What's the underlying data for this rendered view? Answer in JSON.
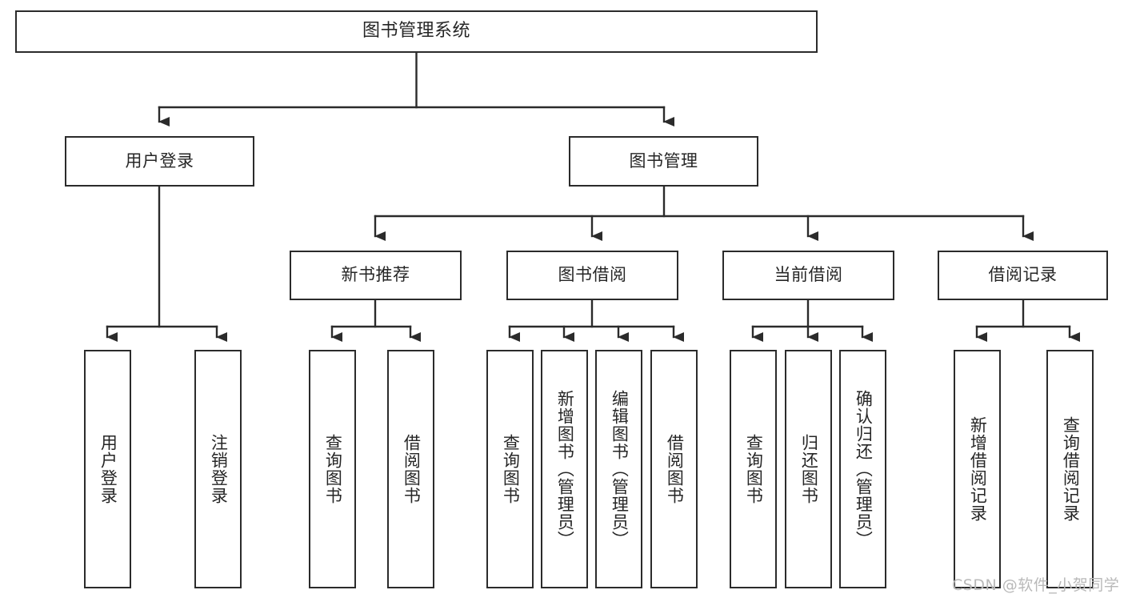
{
  "diagram": {
    "title": "图书管理系统",
    "type": "tree-hierarchy-diagram",
    "watermark": "CSDN @软件_小贺同学",
    "colors": {
      "stroke": "#2b2b2b",
      "fill": "#ffffff",
      "text": "#262626",
      "watermark": "#b9b9b9"
    },
    "nodes": {
      "root": {
        "label": "图书管理系统"
      },
      "level2": [
        {
          "id": "user-login",
          "label": "用户登录"
        },
        {
          "id": "book-manage",
          "label": "图书管理"
        }
      ],
      "level3": [
        {
          "id": "new-book-recommend",
          "label": "新书推荐"
        },
        {
          "id": "book-borrow",
          "label": "图书借阅"
        },
        {
          "id": "current-borrow",
          "label": "当前借阅"
        },
        {
          "id": "borrow-record",
          "label": "借阅记录"
        }
      ],
      "leaves": {
        "user-login": [
          {
            "id": "leaf-user-login",
            "label": "用户登录"
          },
          {
            "id": "leaf-logout-login",
            "label": "注销登录"
          }
        ],
        "new-book-recommend": [
          {
            "id": "leaf-query-book-1",
            "label": "查询图书"
          },
          {
            "id": "leaf-borrow-book-1",
            "label": "借阅图书"
          }
        ],
        "book-borrow": [
          {
            "id": "leaf-query-book-2",
            "label": "查询图书"
          },
          {
            "id": "leaf-add-book",
            "label": "新增图书（管理员）"
          },
          {
            "id": "leaf-edit-book",
            "label": "编辑图书（管理员）"
          },
          {
            "id": "leaf-borrow-book-2",
            "label": "借阅图书"
          }
        ],
        "current-borrow": [
          {
            "id": "leaf-query-book-3",
            "label": "查询图书"
          },
          {
            "id": "leaf-return-book",
            "label": "归还图书"
          },
          {
            "id": "leaf-confirm-return",
            "label": "确认归还（管理员）"
          }
        ],
        "borrow-record": [
          {
            "id": "leaf-add-record",
            "label": "新增借阅记录"
          },
          {
            "id": "leaf-query-record",
            "label": "查询借阅记录"
          }
        ]
      }
    }
  }
}
